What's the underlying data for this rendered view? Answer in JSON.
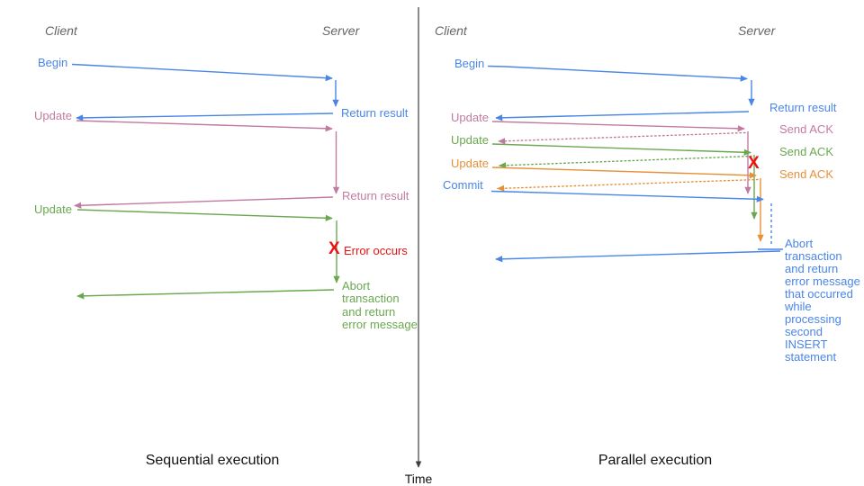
{
  "colors": {
    "blue": "#4a86e8",
    "pink": "#c27ba0",
    "green": "#6aa84f",
    "orange": "#e69138",
    "red": "#ef1111",
    "header_gray": "#666666",
    "axis": "#3c3c3c",
    "caption": "#111111"
  },
  "time_axis": {
    "label": "Time"
  },
  "left": {
    "caption": "Sequential execution",
    "client_header": "Client",
    "server_header": "Server",
    "messages": {
      "begin": "Begin",
      "return_result_1": "Return result",
      "update_1": "Update",
      "return_result_2": "Return result",
      "update_2": "Update",
      "error_mark": "X",
      "error_text": "Error occurs",
      "abort": "Abort\ntransaction\nand return\nerror message"
    }
  },
  "right": {
    "caption": "Parallel execution",
    "client_header": "Client",
    "server_header": "Server",
    "messages": {
      "begin": "Begin",
      "return_result": "Return result",
      "update_1": "Update",
      "send_ack_1": "Send ACK",
      "update_2": "Update",
      "send_ack_2": "Send ACK",
      "update_3": "Update",
      "send_ack_3": "Send ACK",
      "commit": "Commit",
      "error_mark": "X",
      "abort": "Abort\ntransaction\nand return\nerror message\nthat occurred\nwhile\nprocessing\nsecond\nINSERT\nstatement"
    }
  }
}
